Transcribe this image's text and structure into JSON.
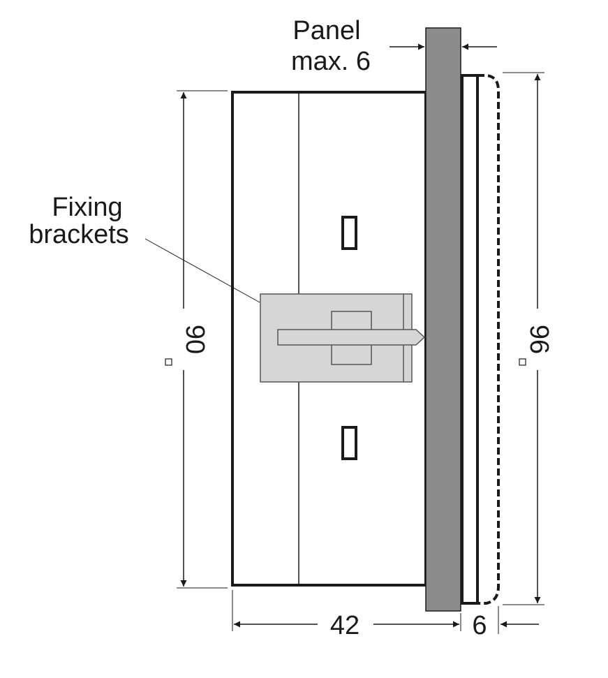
{
  "labels": {
    "panel_line1": "Panel",
    "panel_line2": "max. 6",
    "fixing_line1": "Fixing",
    "fixing_line2": "brackets",
    "dim_height_inner": "90",
    "dim_height_outer": "96",
    "dim_depth": "42",
    "dim_front": "6"
  },
  "colors": {
    "line": "#1a1a1a",
    "panel": "#8c8c8c",
    "bracket": "#d6d6d6",
    "bracket_stroke": "#555555"
  }
}
